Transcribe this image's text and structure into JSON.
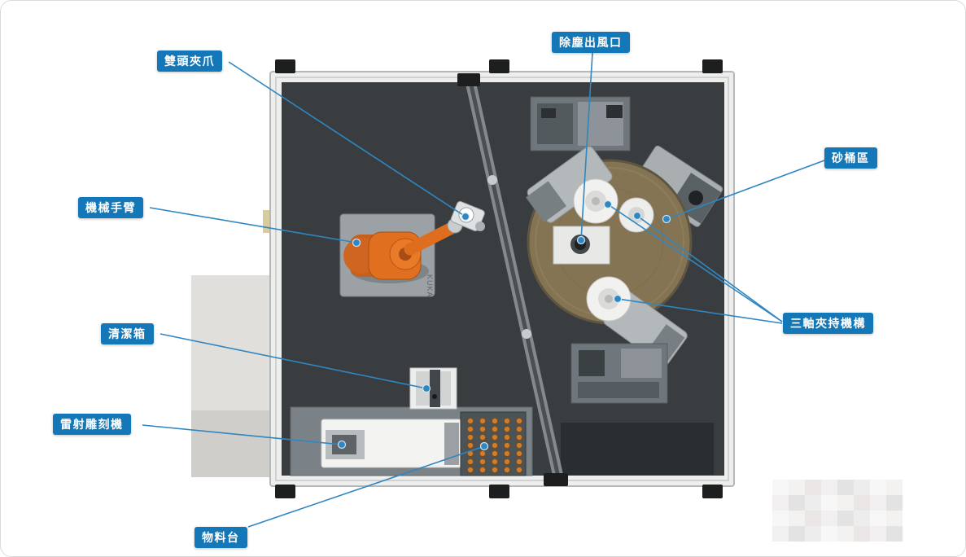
{
  "page": {
    "background": "#ffffff",
    "border_color": "#dcdcdc",
    "description_type": "annotated-equipment-layout-top-view"
  },
  "colors": {
    "label_bg": "#1477b8",
    "label_text": "#ffffff",
    "leader_line": "#2f86c0",
    "dot_fill": "#2f86c0",
    "robot_orange": "#e0701f",
    "disc_tan": "#857453",
    "floor_dark": "#3a3d3f",
    "frame_light": "#eeeeec",
    "tray_dot_orange": "#cd7d2e"
  },
  "robot": {
    "brand": "KUKA"
  },
  "labels": [
    {
      "id": "dual-head-gripper",
      "text": "雙頭夾爪"
    },
    {
      "id": "dust-outlet",
      "text": "除塵出風口"
    },
    {
      "id": "sand-bucket-area",
      "text": "砂桶區"
    },
    {
      "id": "robot-arm",
      "text": "機械手臂"
    },
    {
      "id": "cleaning-box",
      "text": "清潔箱"
    },
    {
      "id": "laser-engraver",
      "text": "雷射雕刻機"
    },
    {
      "id": "material-table",
      "text": "物料台"
    },
    {
      "id": "three-axis-clamp",
      "text": "三軸夾持機構"
    }
  ]
}
